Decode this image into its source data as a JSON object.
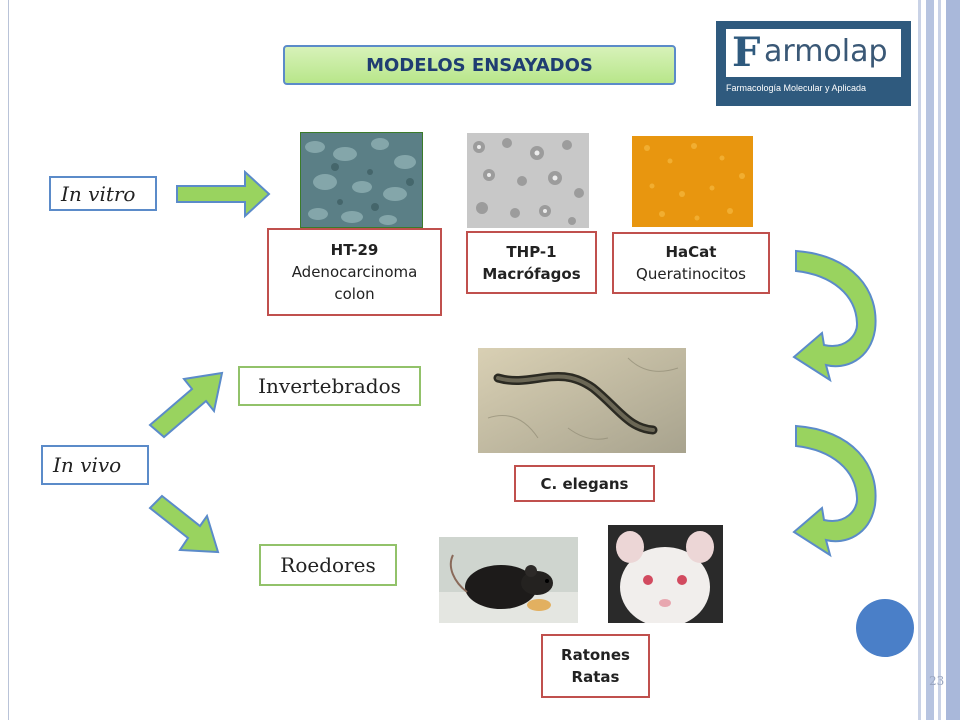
{
  "slide": {
    "title": "MODELOS ENSAYADOS",
    "page_number": "23"
  },
  "logo": {
    "letter": "F",
    "rest": "armolap",
    "subtitle": "Farmacología Molecular y Aplicada"
  },
  "categories": {
    "in_vitro": "In vitro",
    "in_vivo": "In vivo",
    "invertebrados": "Invertebrados",
    "roedores": "Roedores"
  },
  "cell_models": [
    {
      "name": "HT-29",
      "line1": "Adenocarcinoma",
      "line2": "colon"
    },
    {
      "name": "THP-1",
      "line1": "Macrófagos"
    },
    {
      "name": "HaCat",
      "line1": "Queratinocitos"
    }
  ],
  "animal_models": {
    "worm": "C. elegans",
    "rodents_line1": "Ratones",
    "rodents_line2": "Ratas"
  },
  "colors": {
    "arrow_green": "#99d35f",
    "arrow_outline": "#5b8bc9",
    "label_border": "#c0504d",
    "accent_blue": "#4a7fc8"
  }
}
